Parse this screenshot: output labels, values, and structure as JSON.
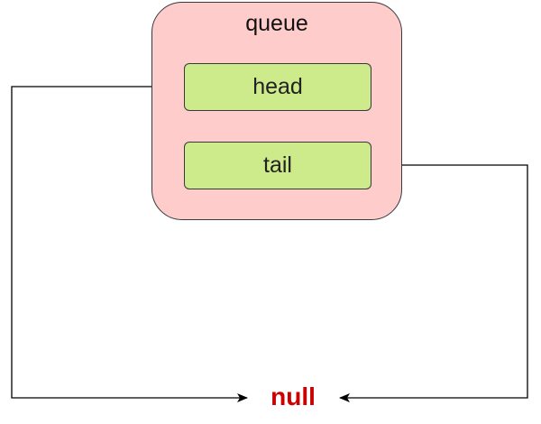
{
  "queue": {
    "title": "queue",
    "fields": {
      "head": "head",
      "tail": "tail"
    }
  },
  "target": {
    "label": "null"
  },
  "colors": {
    "queue_fill": "#ffcccc",
    "field_fill": "#cdeb8b",
    "border": "#36393d",
    "null_text": "#cc0000",
    "arrow": "#000000"
  }
}
